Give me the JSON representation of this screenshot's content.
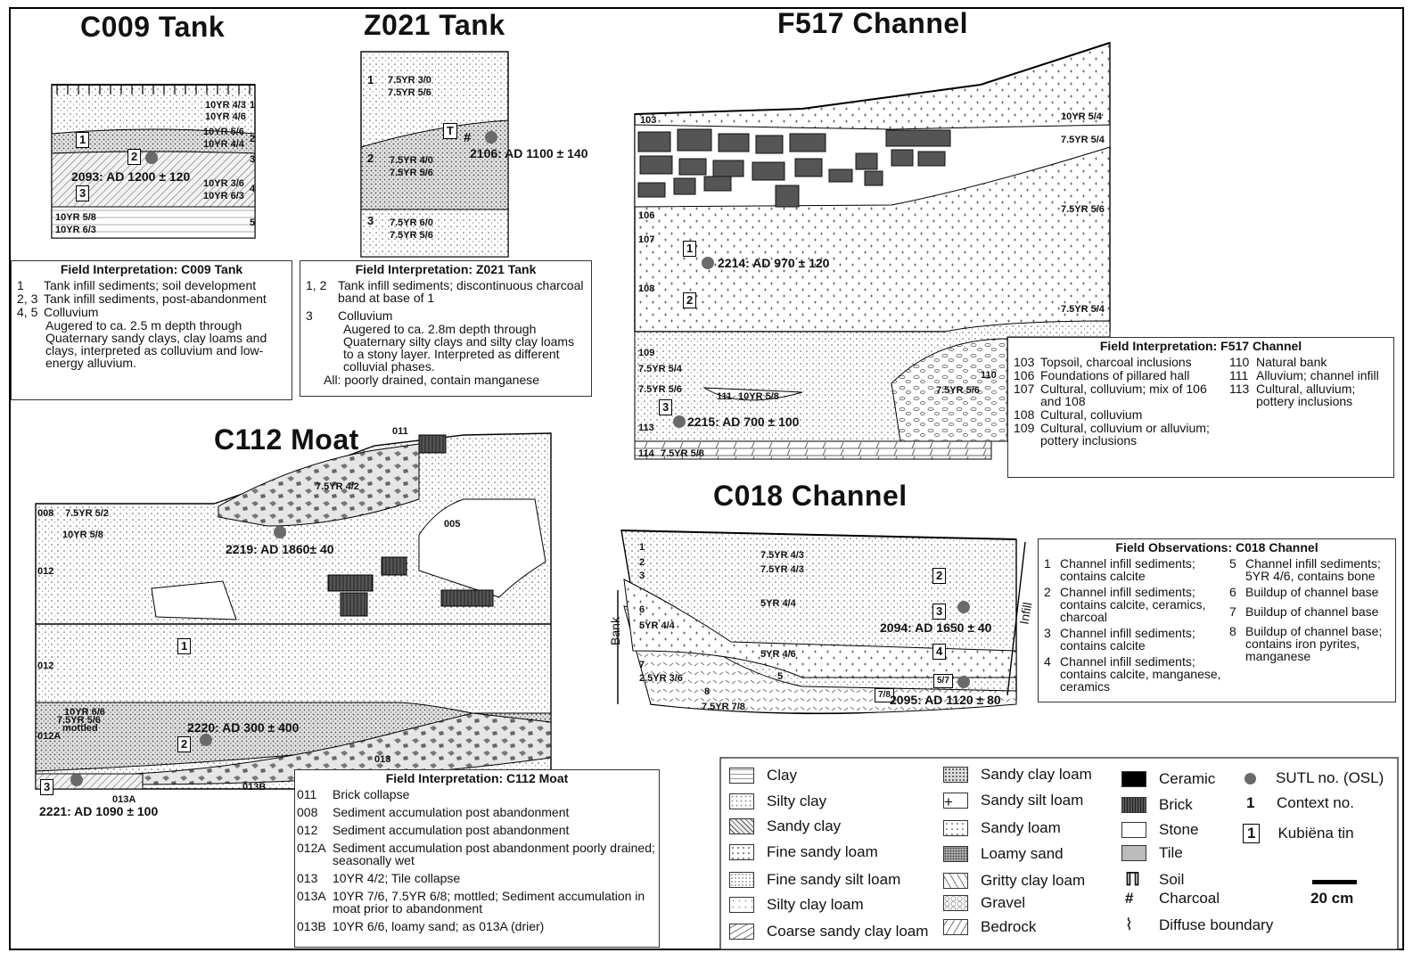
{
  "titles": {
    "c009": "C009 Tank",
    "z021": "Z021 Tank",
    "f517": "F517 Channel",
    "c112": "C112 Moat",
    "c018": "C018 Channel"
  },
  "c009": {
    "labels": [
      "10YR 4/3",
      "10YR 4/6",
      "10YR 5/6",
      "10YR 4/4",
      "10YR 3/6",
      "10YR 6/3",
      "10YR 5/8",
      "10YR 6/3"
    ],
    "contexts": [
      "1",
      "2",
      "3",
      "4",
      "5"
    ],
    "tins": [
      "1",
      "2",
      "3"
    ],
    "date": "2093: AD 1200 ± 120"
  },
  "z021": {
    "contexts": [
      "1",
      "2",
      "3"
    ],
    "labels": [
      "7.5YR 3/0",
      "7.5YR 5/6",
      "7.5YR 4/0",
      "7.5YR 5/6",
      "7.5YR 6/0",
      "7.5YR 5/6"
    ],
    "tin": "T",
    "date": "2106: AD 1100 ± 140"
  },
  "f517": {
    "contexts": [
      "103",
      "106",
      "107",
      "108",
      "109",
      "113",
      "114",
      "110",
      "111"
    ],
    "labels": [
      "10YR 5/4",
      "7.5YR 5/4",
      "7.5YR 5/6",
      "7.5YR 5/4",
      "7.5YR 5/4",
      "7.5YR 5/6",
      "10YR 5/8",
      "7.5YR 5/6",
      "7.5YR 5/8"
    ],
    "tins": [
      "1",
      "2",
      "3"
    ],
    "dates": [
      "2214: AD 970 ± 120",
      "2215: AD 700 ± 100"
    ]
  },
  "c112": {
    "contexts": [
      "011",
      "005",
      "008",
      "012",
      "012",
      "012A",
      "013",
      "013A",
      "013B"
    ],
    "labels": [
      "7.5YR 4/2",
      "7.5YR 5/2",
      "10YR 5/8",
      "10YR 6/6",
      "7.5YR 5/6",
      "mottled"
    ],
    "tins": [
      "1",
      "2",
      "3"
    ],
    "dates": [
      "2219: AD 1860± 40",
      "2220: AD 300 ± 400",
      "2221: AD 1090 ± 100"
    ]
  },
  "c018": {
    "contexts": [
      "1",
      "2",
      "3",
      "6",
      "7",
      "8",
      "5"
    ],
    "labels": [
      "7.5YR 4/3",
      "7.5YR 4/3",
      "5YR 4/4",
      "5YR 4/4",
      "5YR 4/6",
      "2.5YR 3/6",
      "7.5YR 7/8"
    ],
    "tins": [
      "2",
      "3",
      "4",
      "5/7",
      "7/8"
    ],
    "dates": [
      "2094: AD 1650 ± 40",
      "2095: AD 1120 ± 80"
    ],
    "bank": "Bank",
    "infill": "Infill"
  },
  "interp_c009": {
    "title": "Field Interpretation: C009 Tank",
    "rows": [
      {
        "k": "1",
        "v": "Tank infill sediments; soil development"
      },
      {
        "k": "2, 3",
        "v": "Tank infill sediments, post-abandonment"
      },
      {
        "k": "4, 5",
        "v": "Colluvium"
      }
    ],
    "extra": "Augered to ca. 2.5 m depth through Quaternary sandy clays, clay loams and clays, interpreted as colluvium and low-energy alluvium."
  },
  "interp_z021": {
    "title": "Field Interpretation: Z021 Tank",
    "rows": [
      {
        "k": "1, 2",
        "v": "Tank infill sediments; discontinuous charcoal band at base of 1"
      },
      {
        "k": "3",
        "v": "Colluvium"
      }
    ],
    "extra": "Augered to ca. 2.8m depth through Quaternary silty clays and silty clay loams to a stony layer. Interpreted as different colluvial phases.",
    "footer": "All: poorly drained, contain manganese"
  },
  "interp_f517": {
    "title": "Field Interpretation: F517 Channel",
    "left": [
      {
        "k": "103",
        "v": "Topsoil, charcoal inclusions"
      },
      {
        "k": "106",
        "v": "Foundations of pillared hall"
      },
      {
        "k": "107",
        "v": "Cultural, colluvium; mix of 106 and 108"
      },
      {
        "k": "108",
        "v": "Cultural, colluvium"
      },
      {
        "k": "109",
        "v": "Cultural, colluvium or alluvium; pottery inclusions"
      }
    ],
    "right": [
      {
        "k": "110",
        "v": "Natural bank"
      },
      {
        "k": "111",
        "v": "Alluvium; channel infill"
      },
      {
        "k": "113",
        "v": "Cultural, alluvium; pottery inclusions"
      }
    ]
  },
  "interp_c112": {
    "title": "Field Interpretation: C112 Moat",
    "rows": [
      {
        "k": "011",
        "v": "Brick collapse"
      },
      {
        "k": "008",
        "v": "Sediment accumulation post abandonment"
      },
      {
        "k": "012",
        "v": "Sediment accumulation post abandonment"
      },
      {
        "k": "012A",
        "v": "Sediment accumulation post abandonment poorly drained; seasonally wet"
      },
      {
        "k": "013",
        "v": "10YR 4/2; Tile collapse"
      },
      {
        "k": "013A",
        "v": "10YR 7/6, 7.5YR 6/8; mottled; Sediment accumulation in moat prior to abandonment"
      },
      {
        "k": "013B",
        "v": "10YR 6/6, loamy sand; as 013A (drier)"
      }
    ]
  },
  "obs_c018": {
    "title": "Field Observations: C018 Channel",
    "left": [
      {
        "k": "1",
        "v": "Channel infill sediments; contains calcite"
      },
      {
        "k": "2",
        "v": "Channel infill sediments; contains calcite, ceramics, charcoal"
      },
      {
        "k": "3",
        "v": "Channel infill sediments; contains calcite"
      },
      {
        "k": "4",
        "v": "Channel infill sediments; contains calcite, manganese, ceramics"
      }
    ],
    "right": [
      {
        "k": "5",
        "v": "Channel infill sediments; 5YR 4/6, contains bone"
      },
      {
        "k": "6",
        "v": "Buildup of channel base"
      },
      {
        "k": "7",
        "v": "Buildup of channel base"
      },
      {
        "k": "8",
        "v": "Buildup of channel base; contains iron pyrites, manganese"
      }
    ]
  },
  "legend": {
    "col1": [
      "Clay",
      "Silty clay",
      "Sandy clay",
      "Fine sandy loam",
      "Fine sandy silt loam",
      "Silty clay loam",
      "Coarse sandy clay loam"
    ],
    "col2": [
      "Sandy clay loam",
      "Sandy silt loam",
      "Sandy loam",
      "Loamy sand",
      "Gritty clay loam",
      "Gravel",
      "Bedrock"
    ],
    "col3": [
      "Ceramic",
      "Brick",
      "Stone",
      "Tile",
      "Soil",
      "Charcoal",
      "Diffuse boundary"
    ],
    "col4": [
      "SUTL no. (OSL)",
      "Context no.",
      "Kubiëna tin"
    ],
    "context_symbol": "1",
    "tin_symbol": "1",
    "scale": "20 cm"
  }
}
